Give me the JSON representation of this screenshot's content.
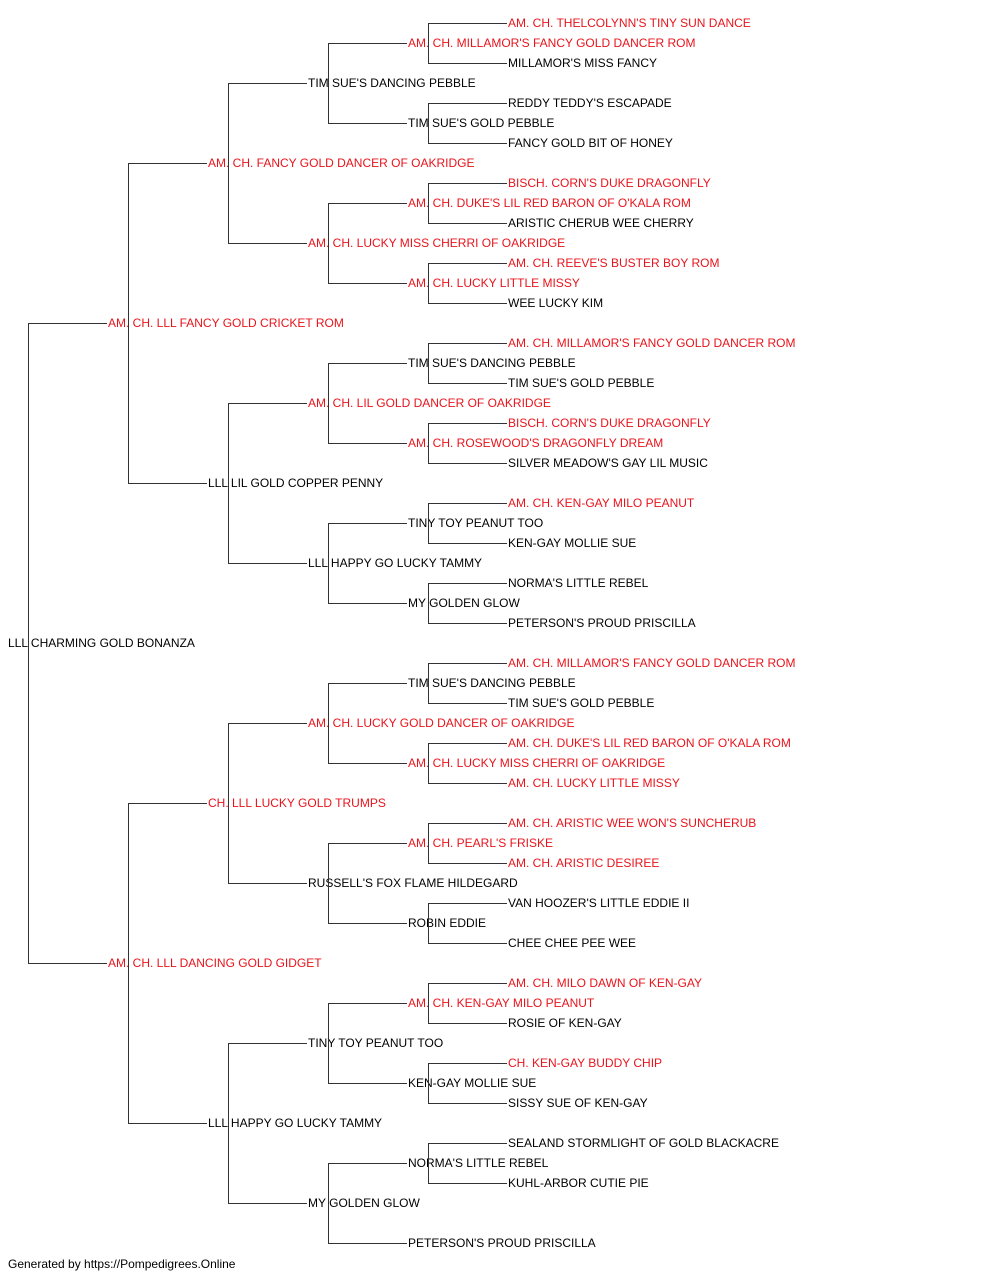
{
  "colors": {
    "champion": "#e8141c",
    "regular": "#000000",
    "line": "#333333"
  },
  "footer": "Generated by https://Pompedigrees.Online",
  "pedigree": {
    "name": "LLL CHARMING GOLD BONANZA",
    "ch": false,
    "sire": {
      "name": "AM. CH. LLL FANCY GOLD CRICKET ROM",
      "ch": true,
      "sire": {
        "name": "AM. CH. FANCY GOLD DANCER OF OAKRIDGE",
        "ch": true,
        "sire": {
          "name": "TIM SUE'S DANCING PEBBLE",
          "ch": false,
          "sire": {
            "name": "AM. CH. MILLAMOR'S FANCY GOLD DANCER ROM",
            "ch": true,
            "sire": {
              "name": "AM. CH. THELCOLYNN'S TINY SUN DANCE",
              "ch": true
            },
            "dam": {
              "name": "MILLAMOR'S MISS FANCY",
              "ch": false
            }
          },
          "dam": {
            "name": "TIM SUE'S GOLD PEBBLE",
            "ch": false,
            "sire": {
              "name": "REDDY TEDDY'S ESCAPADE",
              "ch": false
            },
            "dam": {
              "name": "FANCY GOLD BIT OF HONEY",
              "ch": false
            }
          }
        },
        "dam": {
          "name": "AM. CH. LUCKY MISS CHERRI OF OAKRIDGE",
          "ch": true,
          "sire": {
            "name": "AM. CH. DUKE'S LIL RED BARON OF O'KALA ROM",
            "ch": true,
            "sire": {
              "name": "BISCH. CORN'S DUKE DRAGONFLY",
              "ch": true
            },
            "dam": {
              "name": "ARISTIC CHERUB WEE CHERRY",
              "ch": false
            }
          },
          "dam": {
            "name": "AM. CH. LUCKY LITTLE MISSY",
            "ch": true,
            "sire": {
              "name": "AM. CH. REEVE'S BUSTER BOY ROM",
              "ch": true
            },
            "dam": {
              "name": "WEE LUCKY KIM",
              "ch": false
            }
          }
        }
      },
      "dam": {
        "name": "LLL LIL GOLD COPPER PENNY",
        "ch": false,
        "sire": {
          "name": "AM. CH. LIL GOLD DANCER OF OAKRIDGE",
          "ch": true,
          "sire": {
            "name": "TIM SUE'S DANCING PEBBLE",
            "ch": false,
            "sire": {
              "name": "AM. CH. MILLAMOR'S FANCY GOLD DANCER ROM",
              "ch": true
            },
            "dam": {
              "name": "TIM SUE'S GOLD PEBBLE",
              "ch": false
            }
          },
          "dam": {
            "name": "AM. CH. ROSEWOOD'S DRAGONFLY DREAM",
            "ch": true,
            "sire": {
              "name": "BISCH. CORN'S DUKE DRAGONFLY",
              "ch": true
            },
            "dam": {
              "name": "SILVER MEADOW'S GAY LIL MUSIC",
              "ch": false
            }
          }
        },
        "dam": {
          "name": "LLL HAPPY GO LUCKY TAMMY",
          "ch": false,
          "sire": {
            "name": "TINY TOY PEANUT TOO",
            "ch": false,
            "sire": {
              "name": "AM. CH. KEN-GAY MILO PEANUT",
              "ch": true
            },
            "dam": {
              "name": "KEN-GAY MOLLIE SUE",
              "ch": false
            }
          },
          "dam": {
            "name": "MY GOLDEN GLOW",
            "ch": false,
            "sire": {
              "name": "NORMA'S LITTLE REBEL",
              "ch": false
            },
            "dam": {
              "name": "PETERSON'S PROUD PRISCILLA",
              "ch": false
            }
          }
        }
      }
    },
    "dam": {
      "name": "AM. CH. LLL DANCING GOLD GIDGET",
      "ch": true,
      "sire": {
        "name": "CH. LLL LUCKY GOLD TRUMPS",
        "ch": true,
        "sire": {
          "name": "AM. CH. LUCKY GOLD DANCER OF OAKRIDGE",
          "ch": true,
          "sire": {
            "name": "TIM SUE'S DANCING PEBBLE",
            "ch": false,
            "sire": {
              "name": "AM. CH. MILLAMOR'S FANCY GOLD DANCER ROM",
              "ch": true
            },
            "dam": {
              "name": "TIM SUE'S GOLD PEBBLE",
              "ch": false
            }
          },
          "dam": {
            "name": "AM. CH. LUCKY MISS CHERRI OF OAKRIDGE",
            "ch": true,
            "sire": {
              "name": "AM. CH. DUKE'S LIL RED BARON OF O'KALA ROM",
              "ch": true
            },
            "dam": {
              "name": "AM. CH. LUCKY LITTLE MISSY",
              "ch": true
            }
          }
        },
        "dam": {
          "name": "RUSSELL'S FOX FLAME HILDEGARD",
          "ch": false,
          "sire": {
            "name": "AM. CH. PEARL'S FRISKE",
            "ch": true,
            "sire": {
              "name": "AM. CH. ARISTIC WEE WON'S SUNCHERUB",
              "ch": true
            },
            "dam": {
              "name": "AM. CH. ARISTIC DESIREE",
              "ch": true
            }
          },
          "dam": {
            "name": "ROBIN EDDIE",
            "ch": false,
            "sire": {
              "name": "VAN HOOZER'S LITTLE EDDIE II",
              "ch": false
            },
            "dam": {
              "name": "CHEE CHEE PEE WEE",
              "ch": false
            }
          }
        }
      },
      "dam": {
        "name": "LLL HAPPY GO LUCKY TAMMY",
        "ch": false,
        "sire": {
          "name": "TINY TOY PEANUT TOO",
          "ch": false,
          "sire": {
            "name": "AM. CH. KEN-GAY MILO PEANUT",
            "ch": true,
            "sire": {
              "name": "AM. CH. MILO DAWN OF KEN-GAY",
              "ch": true
            },
            "dam": {
              "name": "ROSIE OF KEN-GAY",
              "ch": false
            }
          },
          "dam": {
            "name": "KEN-GAY MOLLIE SUE",
            "ch": false,
            "sire": {
              "name": "CH. KEN-GAY BUDDY CHIP",
              "ch": true
            },
            "dam": {
              "name": "SISSY SUE OF KEN-GAY",
              "ch": false
            }
          }
        },
        "dam": {
          "name": "MY GOLDEN GLOW",
          "ch": false,
          "sire": {
            "name": "NORMA'S LITTLE REBEL",
            "ch": false,
            "sire": {
              "name": "SEALAND STORMLIGHT OF GOLD BLACKACRE",
              "ch": false
            },
            "dam": {
              "name": "KUHL-ARBOR CUTIE PIE",
              "ch": false
            }
          },
          "dam": {
            "name": "PETERSON'S PROUD PRISCILLA",
            "ch": false
          }
        }
      }
    }
  }
}
